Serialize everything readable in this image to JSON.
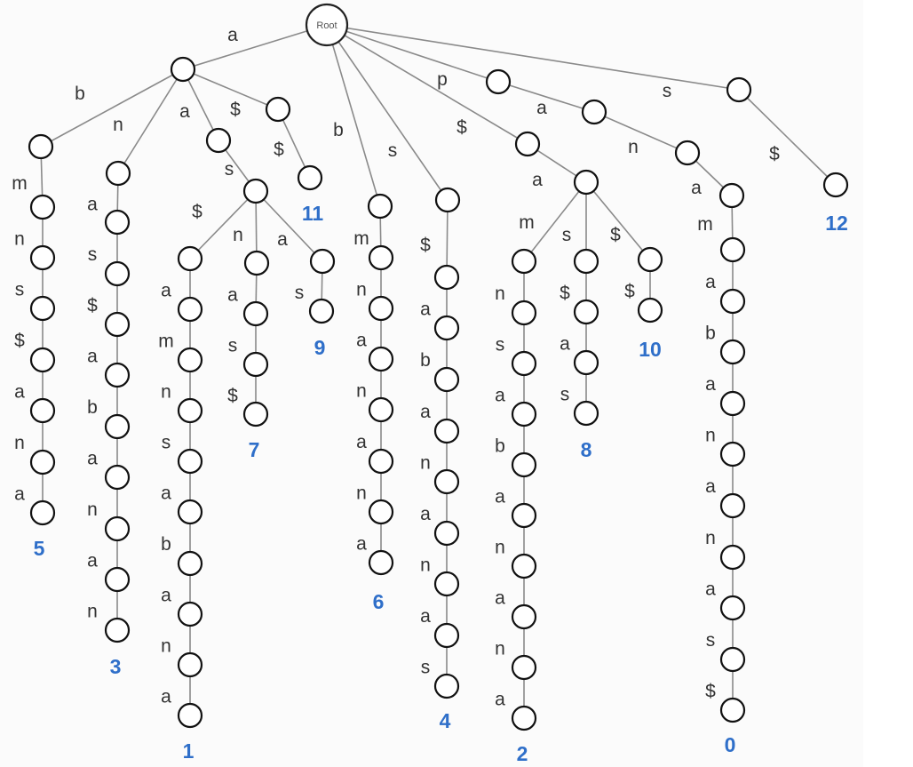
{
  "root_label": "Root",
  "leaf_labels": [
    "5",
    "3",
    "1",
    "7",
    "9",
    "11",
    "6",
    "4",
    "2",
    "8",
    "10",
    "0",
    "12"
  ],
  "edge_labels": [
    "a",
    "b",
    "m",
    "n",
    "s",
    "$",
    "a",
    "n",
    "a",
    "n",
    "a",
    "s",
    "$",
    "a",
    "b",
    "a",
    "n",
    "a",
    "n",
    "a",
    "s",
    "$",
    "a",
    "m",
    "n",
    "s",
    "a",
    "b",
    "a",
    "n",
    "a",
    "n",
    "a",
    "s",
    "$",
    "a",
    "s",
    "$",
    "$",
    "b",
    "m",
    "n",
    "a",
    "n",
    "a",
    "n",
    "a",
    "s",
    "$",
    "a",
    "b",
    "a",
    "n",
    "a",
    "n",
    "a",
    "s",
    "$",
    "a",
    "m",
    "n",
    "s",
    "a",
    "b",
    "a",
    "n",
    "a",
    "n",
    "a",
    "s",
    "$",
    "a",
    "s",
    "$",
    "$",
    "p",
    "a",
    "n",
    "a",
    "m",
    "a",
    "b",
    "a",
    "n",
    "a",
    "n",
    "a",
    "s",
    "$",
    "s",
    "$"
  ],
  "colors": {
    "edge": "#8a8a8a",
    "node_stroke": "#111111",
    "leaf_label": "#2f6fc9",
    "edge_label": "#333333"
  }
}
